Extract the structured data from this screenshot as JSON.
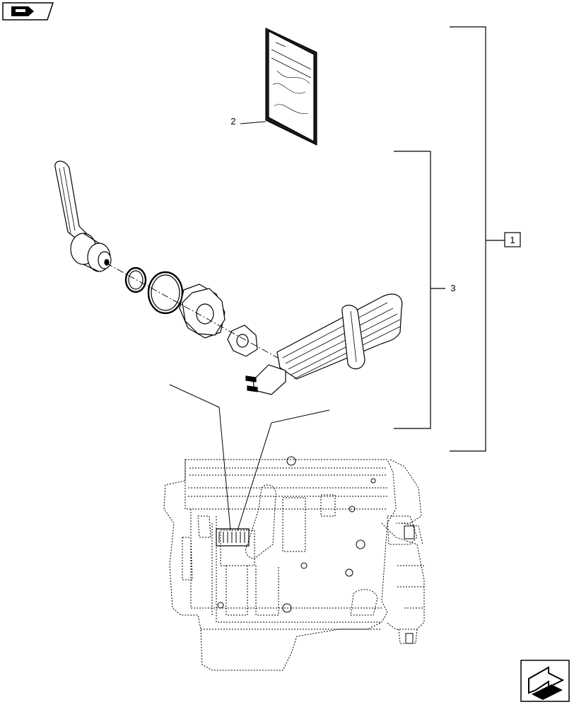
{
  "callouts": {
    "item_1": "1",
    "item_2": "2",
    "item_3": "3"
  },
  "icons": {
    "top_left": "book-arrow-icon",
    "bottom_right": "next-page-arrow-icon"
  },
  "colors": {
    "line": "#000000",
    "background": "#ffffff"
  }
}
